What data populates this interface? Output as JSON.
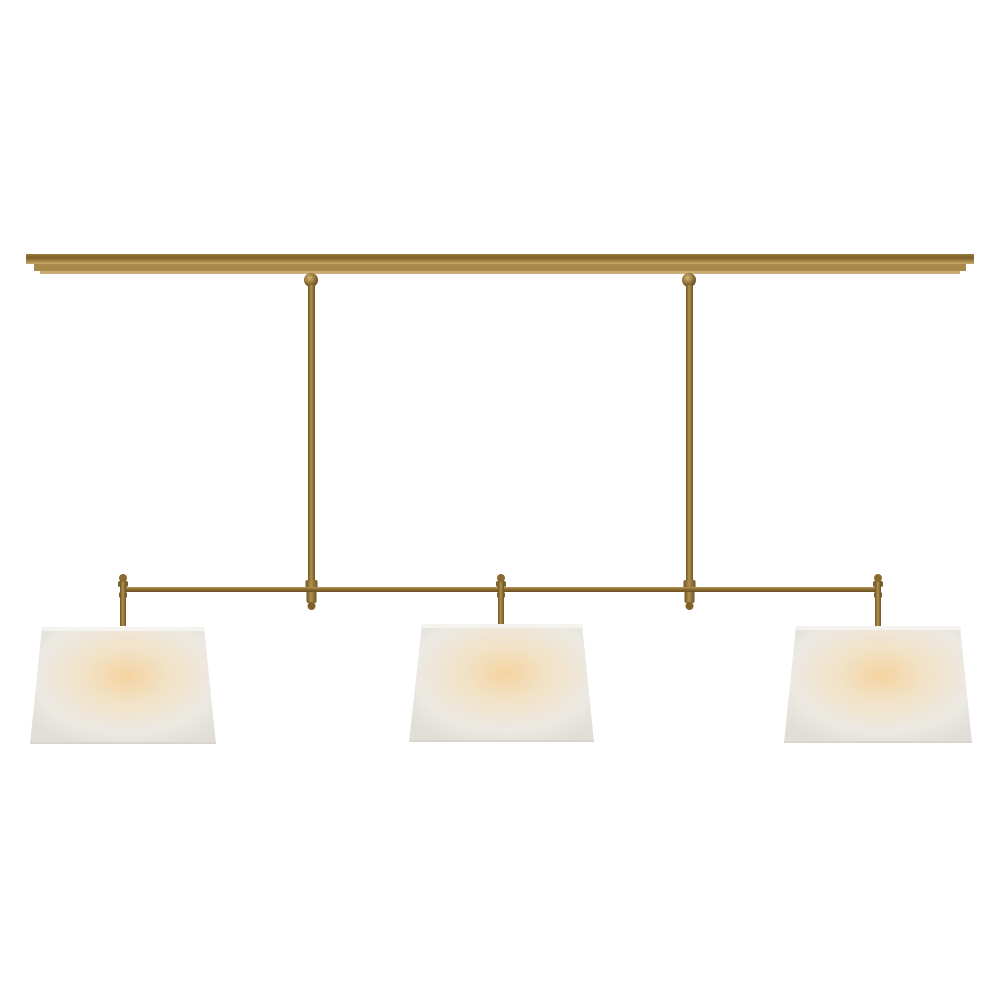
{
  "photo": {
    "subject": "linear-chandelier",
    "background_color": "#ffffff",
    "metal_color_dark": "#6e5421",
    "metal_color_mid": "#9a7a3c",
    "metal_color_light": "#c2a364",
    "shade_color_edge": "#e8e6e1",
    "shade_color_glow": "#f1d7ad",
    "shade_count": 3,
    "downrod_count": 2
  }
}
